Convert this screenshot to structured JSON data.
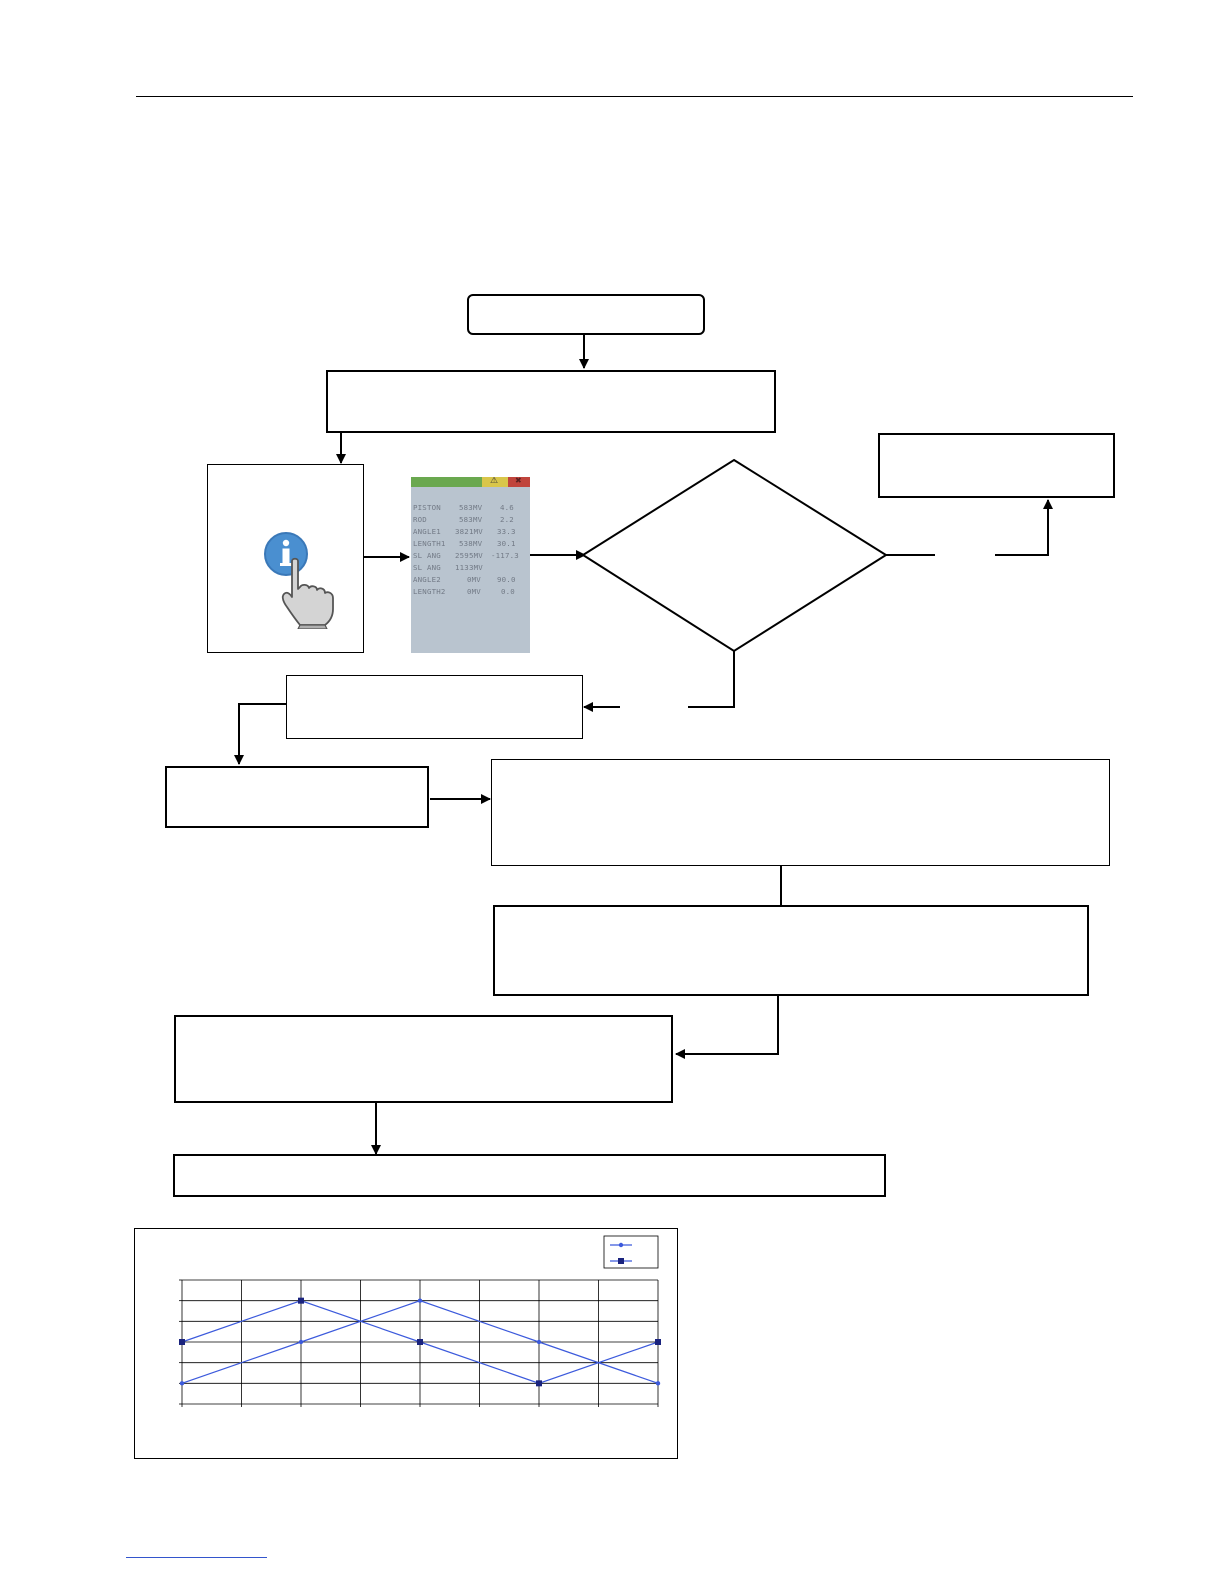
{
  "lcd_screen": {
    "status_icons": [
      "warning-icon",
      "error-icon"
    ],
    "rows": [
      {
        "label": "PISTON",
        "raw": "583MV",
        "value": "4.6"
      },
      {
        "label": "ROD",
        "raw": "583MV",
        "value": "2.2"
      },
      {
        "label": "ANGLE1",
        "raw": "3821MV",
        "value": "33.3"
      },
      {
        "label": "LENGTH1",
        "raw": "538MV",
        "value": "30.1"
      },
      {
        "label": "SL ANG",
        "raw": "2595MV",
        "value": "-117.3"
      },
      {
        "label": "SL ANG",
        "raw": "1133MV",
        "value": ""
      },
      {
        "label": "ANGLE2",
        "raw": "0MV",
        "value": "90.0"
      },
      {
        "label": "LENGTH2",
        "raw": "0MV",
        "value": "0.0"
      }
    ]
  },
  "icons": {
    "info": "info-icon",
    "hand": "pointing-hand-icon"
  },
  "colors": {
    "info_icon": "#4a8fd0",
    "series_1": "#3c5adc",
    "series_2": "#1a237e",
    "link": "#3355cc"
  },
  "chart_data": {
    "type": "line",
    "x": [
      0,
      1,
      2,
      3,
      4,
      5,
      6,
      7,
      8
    ],
    "ylim": [
      0,
      6
    ],
    "xlim": [
      0,
      8
    ],
    "grid": true,
    "legend_position": "top-right",
    "series": [
      {
        "marker": "diamond",
        "color": "#3c5adc",
        "points": [
          [
            0,
            1
          ],
          [
            2,
            3
          ],
          [
            4,
            5
          ],
          [
            6,
            3
          ],
          [
            8,
            1
          ]
        ]
      },
      {
        "marker": "square",
        "color": "#1a237e",
        "points": [
          [
            0,
            3
          ],
          [
            2,
            5
          ],
          [
            4,
            3
          ],
          [
            6,
            1
          ],
          [
            8,
            3
          ]
        ]
      }
    ]
  }
}
